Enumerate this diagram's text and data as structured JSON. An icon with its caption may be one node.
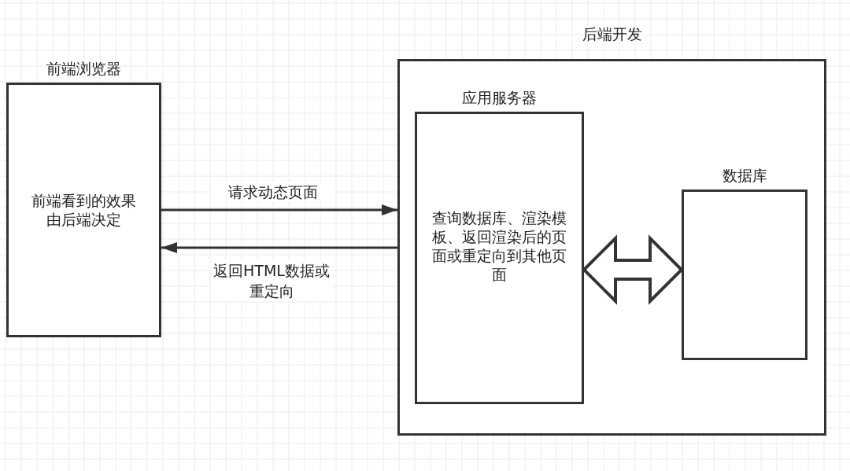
{
  "diagram": {
    "nodes": [
      {
        "text": [
          "前端浏览器",
          "前端看到的效果由后端决定"
        ]
      },
      {
        "text": [
          "后端开发"
        ]
      },
      {
        "text": [
          "应用服务器",
          "查询数据库、渲染模板、返回渲染后的页面或重定向到其他页面"
        ],
        "in": 1
      },
      {
        "text": [
          "数据库"
        ],
        "in": 1
      }
    ],
    "edges": [
      {
        "from": 0,
        "to": 1,
        "arrow": "to",
        "label": "请求动态页面"
      },
      {
        "from": 1,
        "to": 0,
        "arrow": "to",
        "label": "返回HTML数据或重定向"
      },
      {
        "from": 2,
        "to": 3,
        "arrow": "both",
        "style": "thick"
      }
    ]
  }
}
